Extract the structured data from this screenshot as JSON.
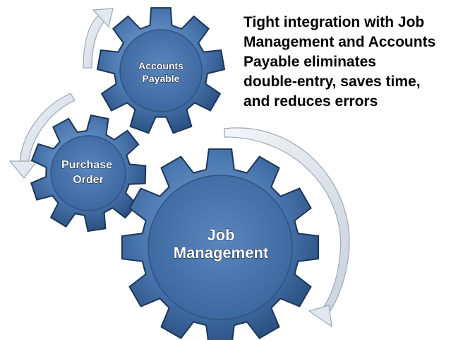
{
  "headline": {
    "lines": [
      "Tight integration with Job",
      "Management and Accounts",
      "Payable eliminates",
      "double-entry, saves time,",
      "and reduces errors"
    ]
  },
  "gears": {
    "accounts_payable": {
      "line1": "Accounts",
      "line2": "Payable"
    },
    "purchase_order": {
      "line1": "Purchase",
      "line2": "Order"
    },
    "job_management": {
      "line1": "Job",
      "line2": "Management"
    }
  },
  "colors": {
    "gear_fill_light": "#6b93c4",
    "gear_fill_mid": "#3f6ea8",
    "gear_fill_dark": "#24497a",
    "gear_edge": "#1c3658",
    "arrow_fill": "#e3e8ef",
    "arrow_edge": "#9aa8b8"
  },
  "icons": [
    "cycle-arrow-icon",
    "gear-icon"
  ]
}
